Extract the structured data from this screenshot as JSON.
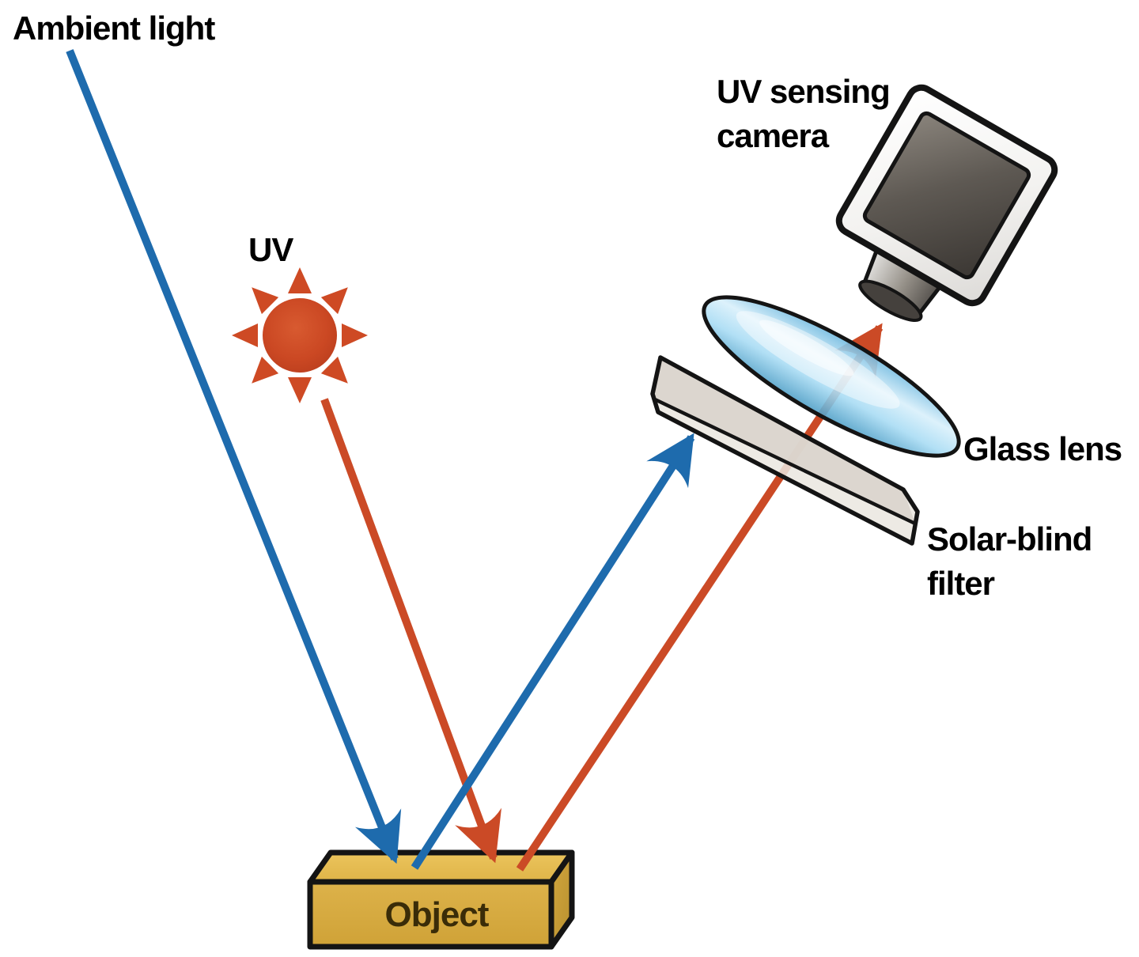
{
  "diagram": {
    "labels": {
      "ambient_light": "Ambient light",
      "uv": "UV",
      "camera_line1": "UV sensing",
      "camera_line2": "camera",
      "glass_lens": "Glass lens",
      "filter_line1": "Solar-blind",
      "filter_line2": "filter",
      "object": "Object"
    },
    "icons": {
      "uv_sun_icon": "8-ray-sun",
      "camera_icon": "tilted-camera-with-lens-barrel"
    },
    "colors": {
      "ambient_ray_blue": "#1E6BAD",
      "uv_ray_red": "#CB4A26",
      "sun_red": "#CE4A24",
      "object_gold_front": "#D9AE45",
      "object_gold_top": "#E6BE55",
      "object_gold_side": "#C99C38",
      "filter_gray_top": "#D8D3CC",
      "filter_gray_front": "#EAE6E0",
      "lens_blue": "#A6D7F0",
      "camera_screen_gray": "#5E5953",
      "outline_black": "#141414",
      "label_text": "#000000",
      "object_text": "#3A2C08"
    }
  }
}
